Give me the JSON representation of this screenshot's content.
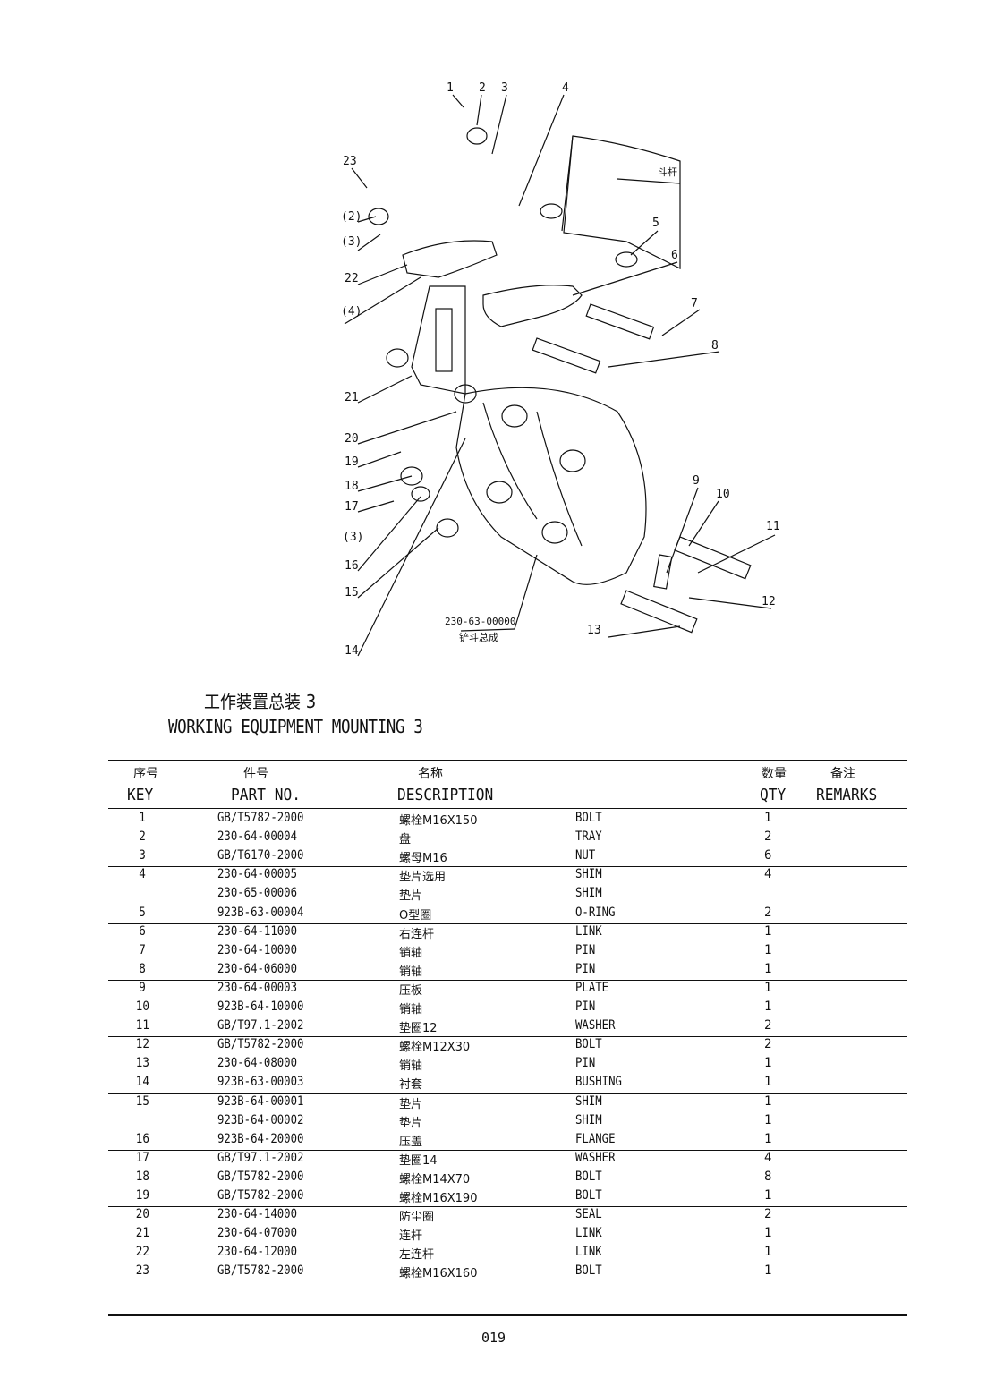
{
  "drawing": {
    "callouts": [
      "1",
      "2",
      "3",
      "4",
      "5",
      "6",
      "7",
      "8",
      "9",
      "10",
      "11",
      "12",
      "13",
      "14",
      "15",
      "16",
      "(3)",
      "17",
      "18",
      "19",
      "20",
      "21",
      "(4)",
      "22",
      "(3)",
      "(2)",
      "23"
    ],
    "label_bucket_rod": "斗杆",
    "assembly_code": "230-63-00000",
    "assembly_name": "铲斗总成"
  },
  "title": {
    "cn": "工作装置总装 3",
    "en": "WORKING EQUIPMENT MOUNTING 3"
  },
  "table": {
    "headers_cn": {
      "key": "序号",
      "part": "件号",
      "desc": "名称",
      "qty": "数量",
      "remarks": "备注"
    },
    "headers_en": {
      "key": "KEY",
      "part": "PART NO.",
      "desc": "DESCRIPTION",
      "qty": "QTY",
      "remarks": "REMARKS"
    },
    "rows": [
      {
        "key": "1",
        "part": "GB/T5782-2000",
        "cn": "螺栓M16X150",
        "en": "BOLT",
        "qty": "1"
      },
      {
        "key": "2",
        "part": "230-64-00004",
        "cn": "盘",
        "en": "TRAY",
        "qty": "2"
      },
      {
        "key": "3",
        "part": "GB/T6170-2000",
        "cn": "螺母M16",
        "en": "NUT",
        "qty": "6"
      },
      {
        "key": "4",
        "part": "230-64-00005",
        "cn": "垫片选用",
        "en": "SHIM",
        "qty": "4"
      },
      {
        "key": "",
        "part": "230-65-00006",
        "cn": "垫片",
        "en": "SHIM",
        "qty": ""
      },
      {
        "key": "5",
        "part": "923B-63-00004",
        "cn": "O型圈",
        "en": "O-RING",
        "qty": "2"
      },
      {
        "key": "6",
        "part": "230-64-11000",
        "cn": "右连杆",
        "en": "LINK",
        "qty": "1"
      },
      {
        "key": "7",
        "part": "230-64-10000",
        "cn": "销轴",
        "en": "PIN",
        "qty": "1"
      },
      {
        "key": "8",
        "part": "230-64-06000",
        "cn": "销轴",
        "en": "PIN",
        "qty": "1"
      },
      {
        "key": "9",
        "part": "230-64-00003",
        "cn": "压板",
        "en": "PLATE",
        "qty": "1"
      },
      {
        "key": "10",
        "part": "923B-64-10000",
        "cn": "销轴",
        "en": "PIN",
        "qty": "1"
      },
      {
        "key": "11",
        "part": "GB/T97.1-2002",
        "cn": "垫圈12",
        "en": "WASHER",
        "qty": "2"
      },
      {
        "key": "12",
        "part": "GB/T5782-2000",
        "cn": "螺栓M12X30",
        "en": "BOLT",
        "qty": "2"
      },
      {
        "key": "13",
        "part": "230-64-08000",
        "cn": "销轴",
        "en": "PIN",
        "qty": "1"
      },
      {
        "key": "14",
        "part": "923B-63-00003",
        "cn": "衬套",
        "en": "BUSHING",
        "qty": "1"
      },
      {
        "key": "15",
        "part": "923B-64-00001",
        "cn": "垫片",
        "en": "SHIM",
        "qty": "1"
      },
      {
        "key": "",
        "part": "923B-64-00002",
        "cn": "垫片",
        "en": "SHIM",
        "qty": "1"
      },
      {
        "key": "16",
        "part": "923B-64-20000",
        "cn": "压盖",
        "en": "FLANGE",
        "qty": "1"
      },
      {
        "key": "17",
        "part": "GB/T97.1-2002",
        "cn": "垫圈14",
        "en": "WASHER",
        "qty": "4"
      },
      {
        "key": "18",
        "part": "GB/T5782-2000",
        "cn": "螺栓M14X70",
        "en": "BOLT",
        "qty": "8"
      },
      {
        "key": "19",
        "part": "GB/T5782-2000",
        "cn": "螺栓M16X190",
        "en": "BOLT",
        "qty": "1"
      },
      {
        "key": "20",
        "part": "230-64-14000",
        "cn": "防尘圈",
        "en": "SEAL",
        "qty": "2"
      },
      {
        "key": "21",
        "part": "230-64-07000",
        "cn": "连杆",
        "en": "LINK",
        "qty": "1"
      },
      {
        "key": "22",
        "part": "230-64-12000",
        "cn": "左连杆",
        "en": "LINK",
        "qty": "1"
      },
      {
        "key": "23",
        "part": "GB/T5782-2000",
        "cn": "螺栓M16X160",
        "en": "BOLT",
        "qty": "1"
      }
    ]
  },
  "page_number": "019"
}
